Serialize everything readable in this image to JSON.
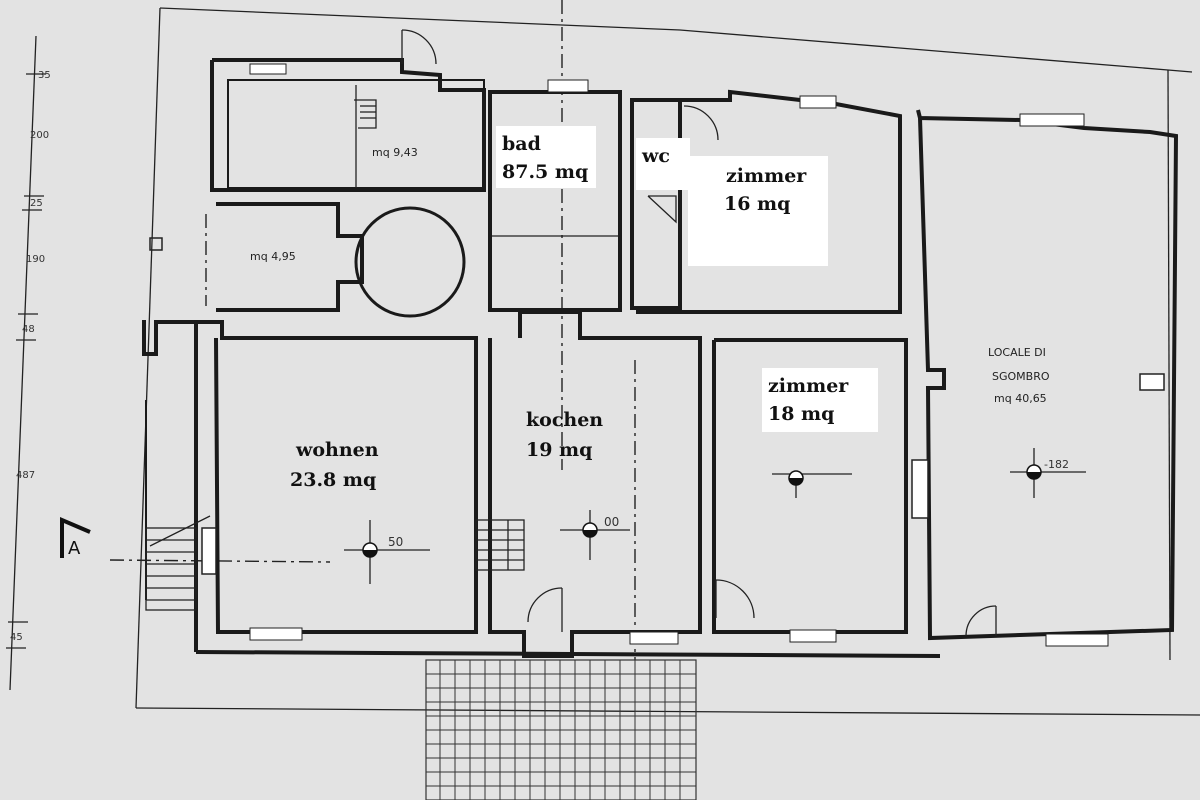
{
  "rooms": {
    "storage_top": {
      "area": "mq 9,43"
    },
    "storage_small": {
      "area": "mq 4,95"
    },
    "bad": {
      "name": "bad",
      "area": "87.5 mq"
    },
    "wc": {
      "name": "wc"
    },
    "zimmer_top": {
      "name": "zimmer",
      "area": "16 mq"
    },
    "wohnen": {
      "name": "wohnen",
      "area": "23.8 mq"
    },
    "kochen": {
      "name": "kochen",
      "area": "19 mq"
    },
    "zimmer_bottom": {
      "name": "zimmer",
      "area": "18 mq"
    },
    "sgombro": {
      "line1": "LOCALE DI",
      "line2": "SGOMBRO",
      "area": "mq 40,65"
    }
  },
  "levels": {
    "wohnen": "50",
    "kochen": "00",
    "sgombro": "-182"
  },
  "section_marker": "A",
  "dimensions": [
    "35",
    "200",
    "25",
    "190",
    "48",
    "487",
    "45"
  ]
}
